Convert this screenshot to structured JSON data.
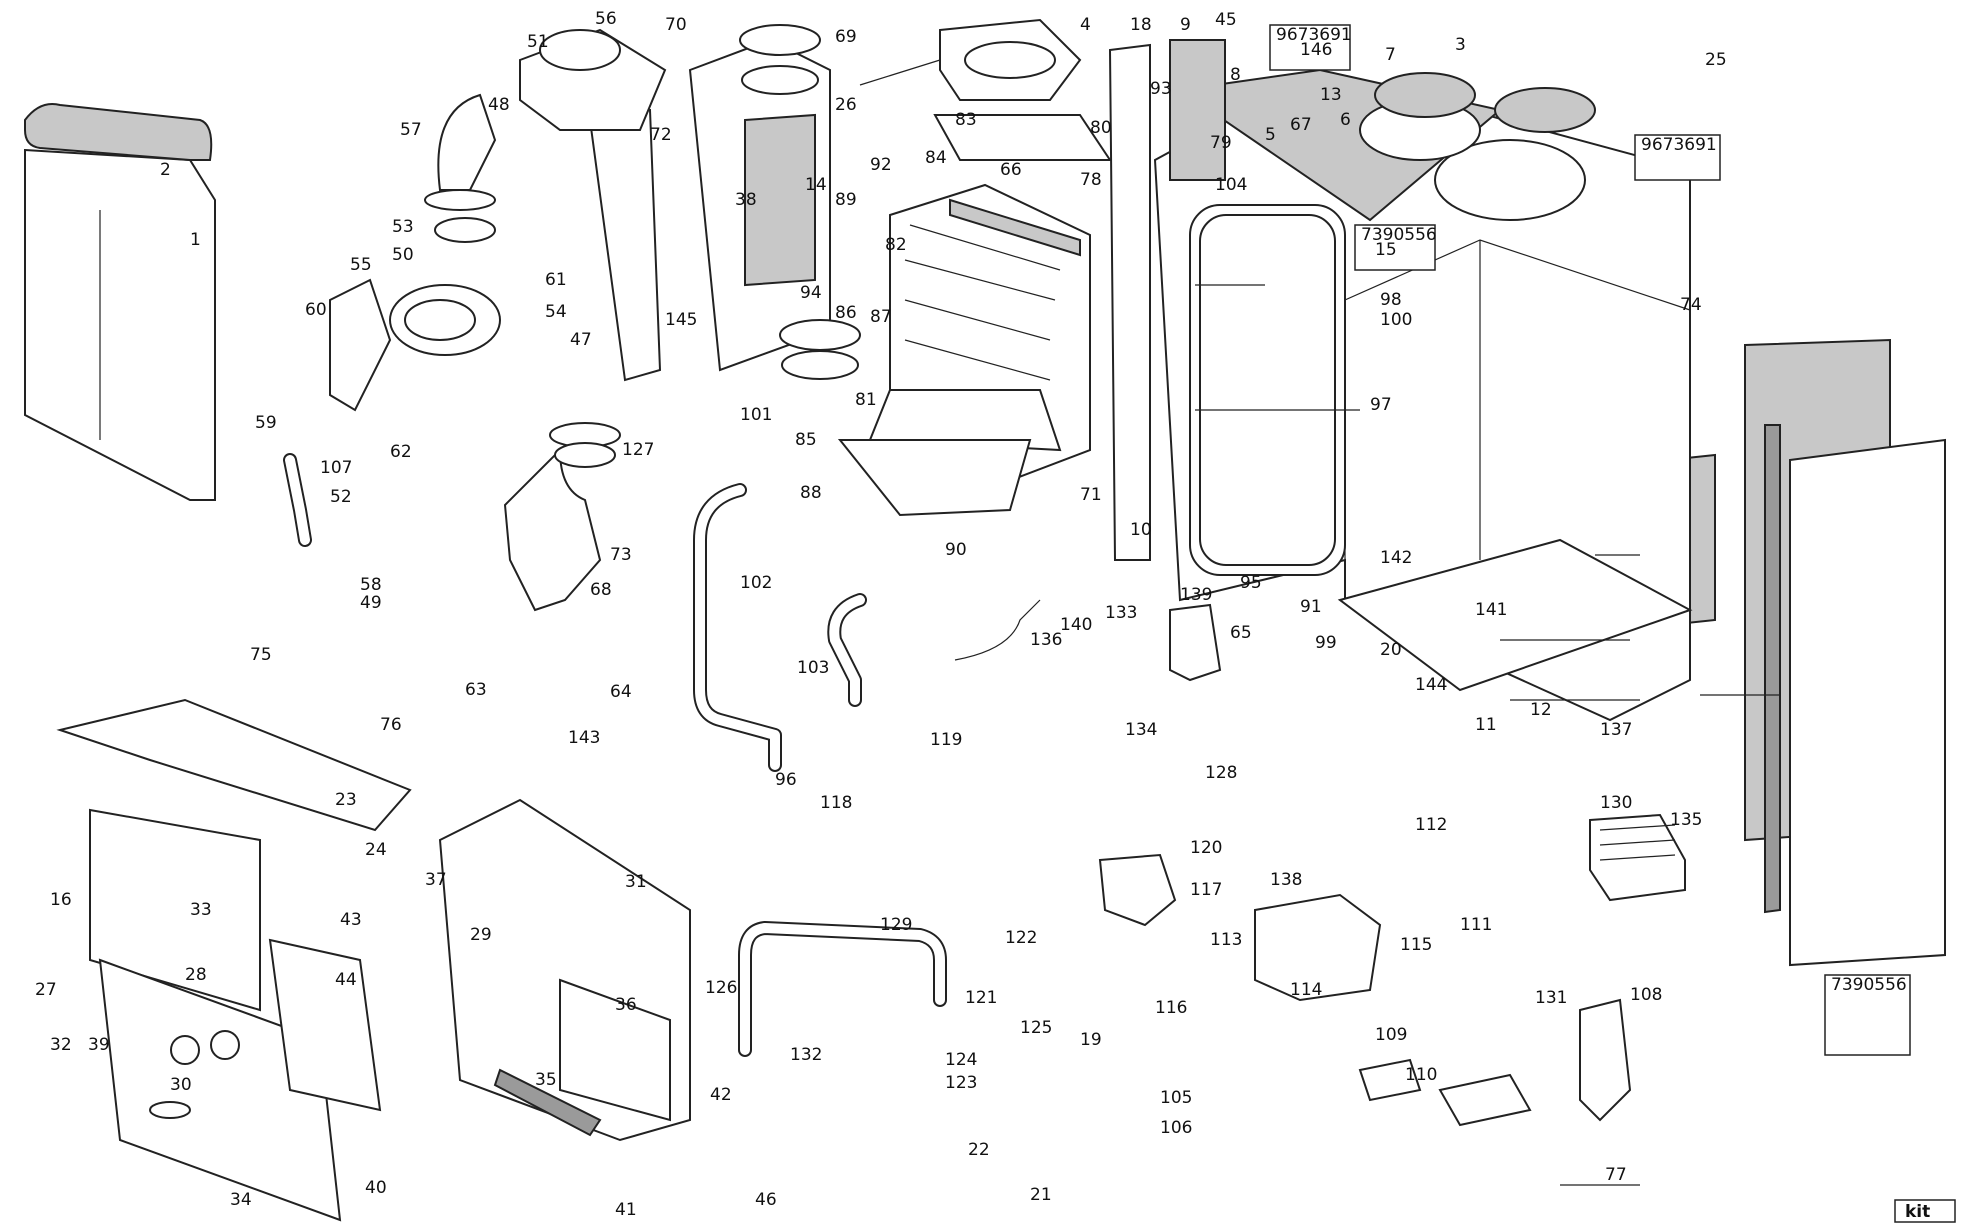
{
  "labels": [
    "1",
    "2",
    "3",
    "4",
    "5",
    "6",
    "7",
    "8",
    "9",
    "10",
    "11",
    "12",
    "13",
    "14",
    "15",
    "16",
    "18",
    "19",
    "20",
    "21",
    "22",
    "23",
    "24",
    "25",
    "26",
    "27",
    "28",
    "29",
    "30",
    "31",
    "32",
    "33",
    "34",
    "35",
    "36",
    "37",
    "38",
    "39",
    "40",
    "41",
    "42",
    "43",
    "44",
    "45",
    "46",
    "47",
    "48",
    "49",
    "50",
    "51",
    "52",
    "53",
    "54",
    "55",
    "56",
    "57",
    "58",
    "59",
    "60",
    "61",
    "62",
    "63",
    "64",
    "65",
    "66",
    "67",
    "68",
    "69",
    "70",
    "71",
    "72",
    "73",
    "74",
    "75",
    "76",
    "77",
    "78",
    "79",
    "80",
    "81",
    "82",
    "83",
    "84",
    "85",
    "86",
    "87",
    "88",
    "89",
    "90",
    "91",
    "92",
    "93",
    "94",
    "95",
    "96",
    "97",
    "98",
    "99",
    "100",
    "101",
    "102",
    "103",
    "104",
    "105",
    "106",
    "107",
    "108",
    "109",
    "110",
    "111",
    "112",
    "113",
    "114",
    "115",
    "116",
    "117",
    "118",
    "119",
    "120",
    "121",
    "122",
    "123",
    "124",
    "125",
    "126",
    "127",
    "128",
    "129",
    "130",
    "131",
    "132",
    "133",
    "134",
    "135",
    "136",
    "137",
    "138",
    "139",
    "140",
    "141",
    "142",
    "143",
    "144",
    "145",
    "146"
  ],
  "codes": {
    "a": "9673691",
    "b": "7390556"
  },
  "kit": "kit"
}
